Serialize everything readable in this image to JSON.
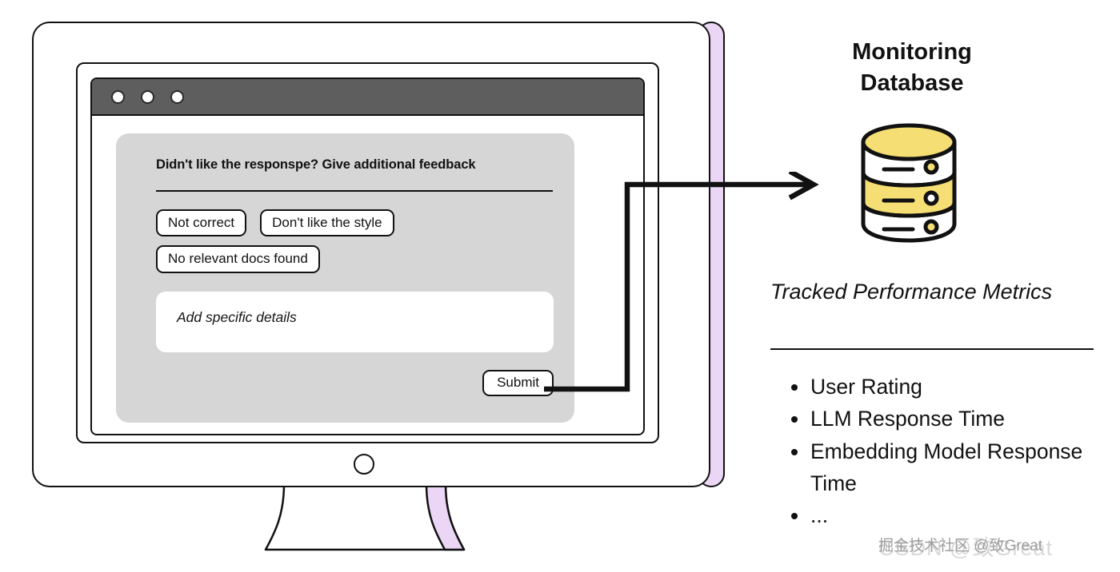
{
  "browser": {
    "window_dots": [
      "close-dot",
      "minimize-dot",
      "maximize-dot"
    ]
  },
  "feedback_card": {
    "title": "Didn't like the responspe? Give additional feedback",
    "chips": [
      "Not correct",
      "Don't like the style",
      "No relevant docs found"
    ],
    "details_input": {
      "value": "",
      "placeholder": "Add specific details"
    },
    "submit_label": "Submit"
  },
  "database": {
    "title": "Monitoring\nDatabase",
    "title_line1": "Monitoring",
    "title_line2": "Database",
    "icon": "database-cylinder-icon",
    "accent_color": "#F5DE73"
  },
  "metrics": {
    "heading": "Tracked Performance Metrics",
    "items": [
      "User Rating",
      "LLM Response Time",
      "Embedding Model Response Time",
      "..."
    ]
  },
  "connector": {
    "label": "feedback-to-database-arrow"
  },
  "watermark": {
    "front": "掘金技术社区 @致Great",
    "back": "CSDN @致Great"
  },
  "colors": {
    "monitor_depth": "#EBD6F5",
    "titlebar": "#5e5e5e",
    "card_bg": "#d6d6d6",
    "db_yellow": "#F5DE73",
    "stroke": "#111111"
  }
}
